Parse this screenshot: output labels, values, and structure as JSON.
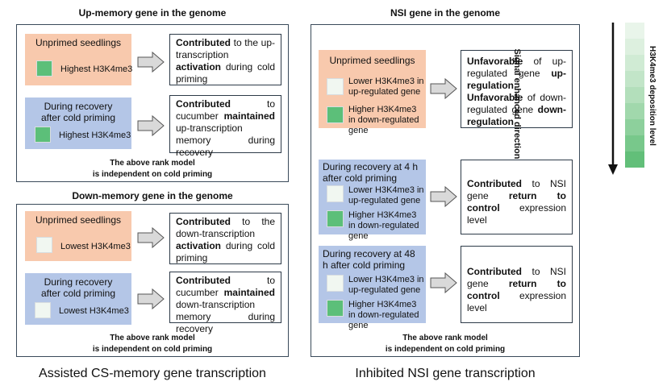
{
  "left": {
    "up": {
      "title": "Up-memory gene in the genome",
      "unprimed": {
        "label": "Unprimed seedlings",
        "square_label": "Highest H3K4me3"
      },
      "unprimed_result": [
        {
          "t": "Contributed",
          "b": true
        },
        {
          "t": " to the up-transcription ",
          "b": false
        },
        {
          "t": "activation",
          "b": true
        },
        {
          "t": " during cold priming",
          "b": false
        }
      ],
      "recovery": {
        "label": "During recovery after cold priming",
        "square_label": "Highest H3K4me3"
      },
      "recovery_result": [
        {
          "t": "Contributed",
          "b": true
        },
        {
          "t": " to cucumber ",
          "b": false
        },
        {
          "t": "maintained",
          "b": true
        },
        {
          "t": " up-transcription memory during recovery",
          "b": false
        }
      ],
      "note_line1": "The above rank model",
      "note_line2": "is independent on cold priming"
    },
    "down": {
      "title": "Down-memory gene in the genome",
      "unprimed": {
        "label": "Unprimed seedlings",
        "square_label": "Lowest H3K4me3"
      },
      "unprimed_result": [
        {
          "t": "Contributed",
          "b": true
        },
        {
          "t": " to the down-transcription ",
          "b": false
        },
        {
          "t": "activation",
          "b": true
        },
        {
          "t": " during cold priming",
          "b": false
        }
      ],
      "recovery": {
        "label": "During recovery after cold priming",
        "square_label": "Lowest H3K4me3"
      },
      "recovery_result": [
        {
          "t": "Contributed",
          "b": true
        },
        {
          "t": " to cucumber ",
          "b": false
        },
        {
          "t": "maintained",
          "b": true
        },
        {
          "t": " down-transcription memory during recovery",
          "b": false
        }
      ],
      "note_line1": "The above rank model",
      "note_line2": "is independent on cold priming"
    },
    "caption": "Assisted CS-memory gene transcription"
  },
  "right": {
    "title": "NSI gene in the genome",
    "unprimed": {
      "label": "Unprimed seedlings",
      "lower_label": "Lower H3K4me3 in up-regulated gene",
      "higher_label": "Higher H3K4me3 in down-regulated gene"
    },
    "unprimed_result": [
      {
        "t": "Unfavorable",
        "b": true
      },
      {
        "t": " of up-regulated gene ",
        "b": false
      },
      {
        "t": "up-regulation",
        "b": true
      },
      {
        "t": ";",
        "b": false
      },
      {
        "t": "\n",
        "b": false
      },
      {
        "t": "Unfavorable",
        "b": true
      },
      {
        "t": " of down-regulated gene ",
        "b": false
      },
      {
        "t": "down-regulation",
        "b": true
      }
    ],
    "rec4": {
      "label": "During recovery at 4 h after cold priming",
      "lower_label": "Lower H3K4me3 in up-regulated gene",
      "higher_label": "Higher H3K4me3 in down-regulated gene"
    },
    "rec4_result": [
      {
        "t": "Contributed",
        "b": true
      },
      {
        "t": " to NSI gene ",
        "b": false
      },
      {
        "t": "return to control",
        "b": true
      },
      {
        "t": " expression level",
        "b": false
      }
    ],
    "rec48": {
      "label": "During recovery at 48 h after cold priming",
      "lower_label": "Lower H3K4me3 in up-regulated gene",
      "higher_label": "Higher H3K4me3 in down-regulated gene"
    },
    "rec48_result": [
      {
        "t": "Contributed",
        "b": true
      },
      {
        "t": " to NSI gene ",
        "b": false
      },
      {
        "t": "return to control",
        "b": true
      },
      {
        "t": " expression level",
        "b": false
      }
    ],
    "note_line1": "The above rank model",
    "note_line2": "is independent on cold priming",
    "caption": "Inhibited NSI gene transcription"
  },
  "legend": {
    "direction_label": "Signal enhanced direction",
    "gradient_label": "H3K4me3 deposition level",
    "colors": [
      "#e9f5ea",
      "#ddf0df",
      "#d0ebd4",
      "#c2e5c8",
      "#b3dfbb",
      "#a1d8ac",
      "#8dd09c",
      "#78c88b",
      "#62bf79"
    ]
  }
}
